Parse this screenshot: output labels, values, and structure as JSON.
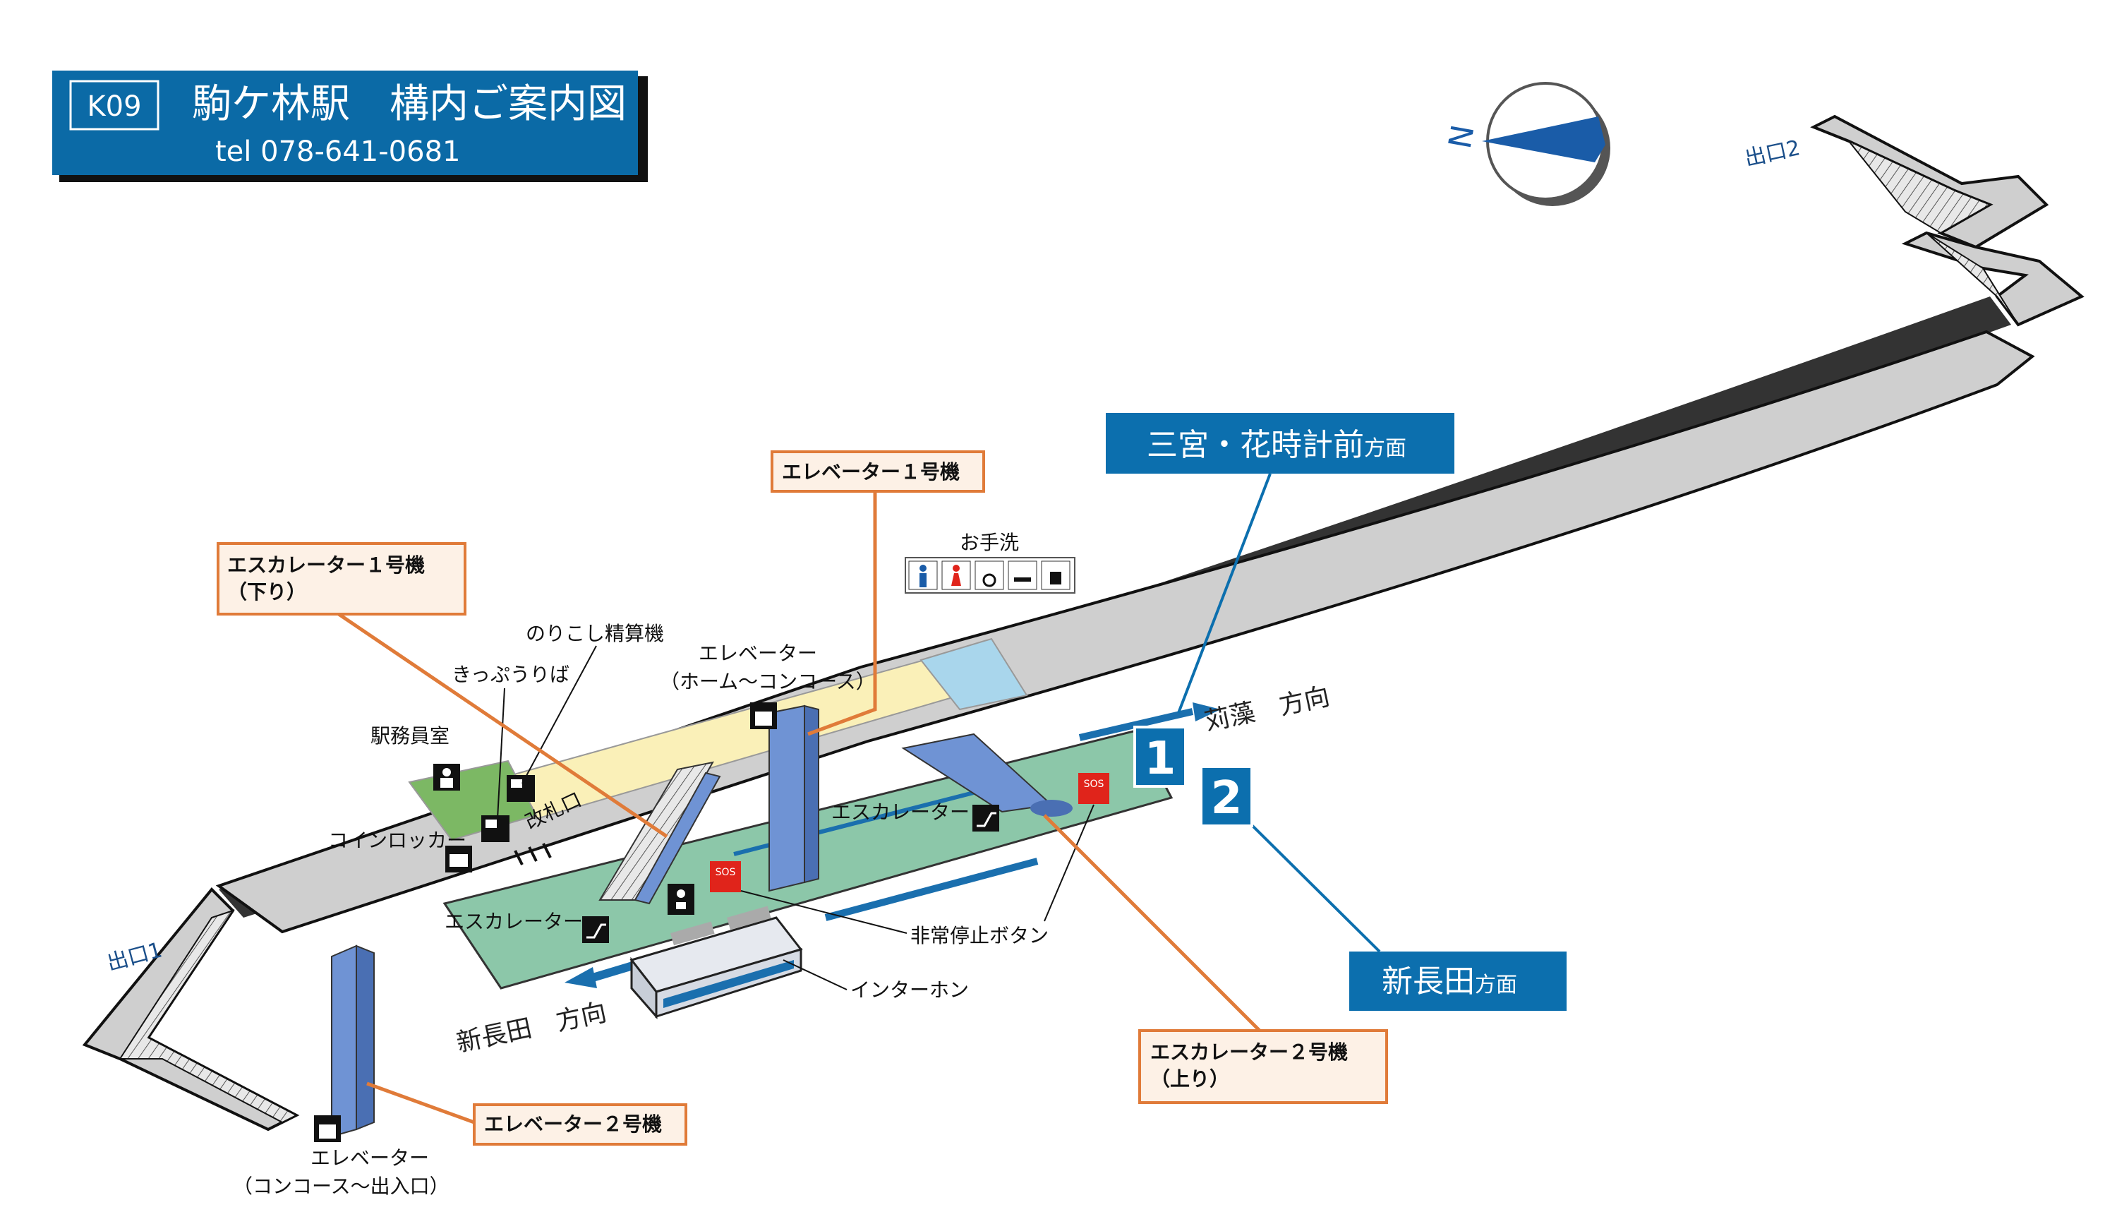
{
  "header": {
    "station_code": "K09",
    "title": "駒ケ林駅　構内ご案内図",
    "tel": "tel 078-641-0681"
  },
  "compass": {
    "north_label": "N"
  },
  "exits": {
    "exit1": "出口1",
    "exit2": "出口2"
  },
  "directions": {
    "sannomiya_box": {
      "main": "三宮・花時計前",
      "suffix": "方面"
    },
    "shin_nagata_box": {
      "main": "新長田",
      "suffix": "方面"
    },
    "karumo": "苅藻　方向",
    "shin_nagata": "新長田　方向"
  },
  "platforms": {
    "p1": "1",
    "p2": "2"
  },
  "callouts": {
    "elevator1": "エレベーター１号機",
    "escalator1_line1": "エスカレーター１号機",
    "escalator1_line2": "（下り）",
    "escalator2_line1": "エスカレーター２号機",
    "escalator2_line2": "（上り）",
    "elevator2": "エレベーター２号機"
  },
  "labels": {
    "toilet": "お手洗",
    "fare_adjust": "のりこし精算機",
    "ticket": "きっぷうりば",
    "station_office": "駅務員室",
    "gate": "改札口",
    "coin_locker": "コインロッカー",
    "elevator_top_line1": "エレベーター",
    "elevator_top_line2": "（ホーム～コンコース）",
    "escalator_right": "エスカレーター",
    "escalator_left": "エスカレーター",
    "emergency_stop": "非常停止ボタン",
    "intercom": "インターホン",
    "elevator_bottom_line1": "エレベーター",
    "elevator_bottom_line2": "（コンコース～出入口）"
  },
  "icons": {
    "toilet_icons": [
      "male-icon",
      "female-icon",
      "wheelchair-icon",
      "baby-care-icon",
      "ostomate-icon"
    ],
    "sos_text": "SOS"
  },
  "colors": {
    "header_blue": "#0b6aa6",
    "box_blue": "#0c6fae",
    "callout_orange": "#e07b39",
    "callout_fill": "#fdf1e6",
    "concourse_gray": "#cfcfcf",
    "yellow_area": "#faf0b8",
    "platform_green": "#8cc7a9",
    "office_green": "#7cb864",
    "toilet_blue": "#a9d6ec",
    "elevator_blue": "#6f93d4",
    "sos_red": "#e0241b"
  }
}
